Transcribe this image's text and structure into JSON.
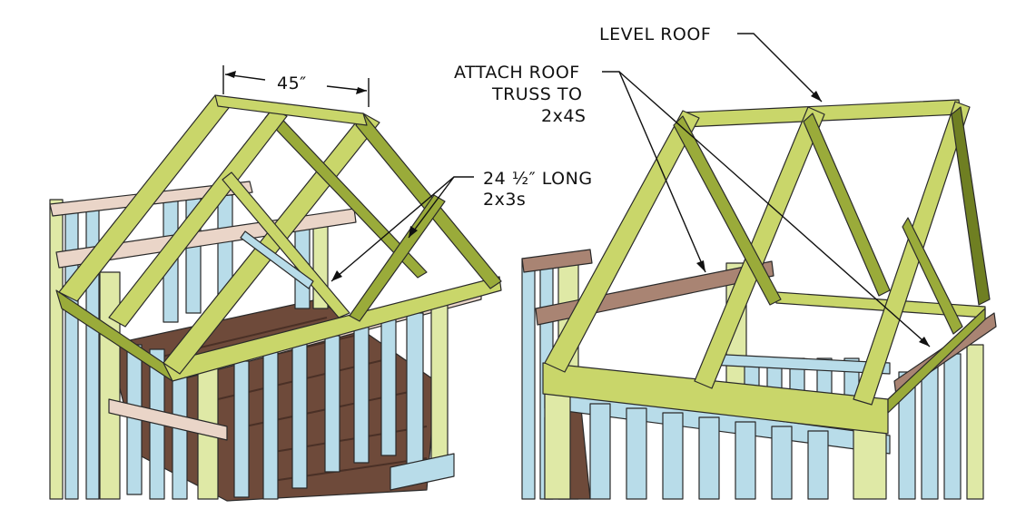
{
  "labels": {
    "width_dim": "45″",
    "brace_line1": "24 ½″ LONG",
    "brace_line2": "2x3s",
    "level_roof": "LEVEL ROOF",
    "attach_line1": "ATTACH ROOF",
    "attach_line2": "TRUSS TO",
    "attach_line3": "2x4S"
  },
  "colors": {
    "truss_face": "#c9d66a",
    "truss_side": "#9aab3a",
    "truss_dark": "#6f7f22",
    "wall_blue": "#b8dce9",
    "wall_blue_dark": "#7fb3c9",
    "post_yellow": "#dfe9a6",
    "plate_pink": "#ead5c8",
    "plate_brown": "#a98473",
    "floor_brown": "#6e4a3a",
    "floor_dark": "#4a3026"
  }
}
